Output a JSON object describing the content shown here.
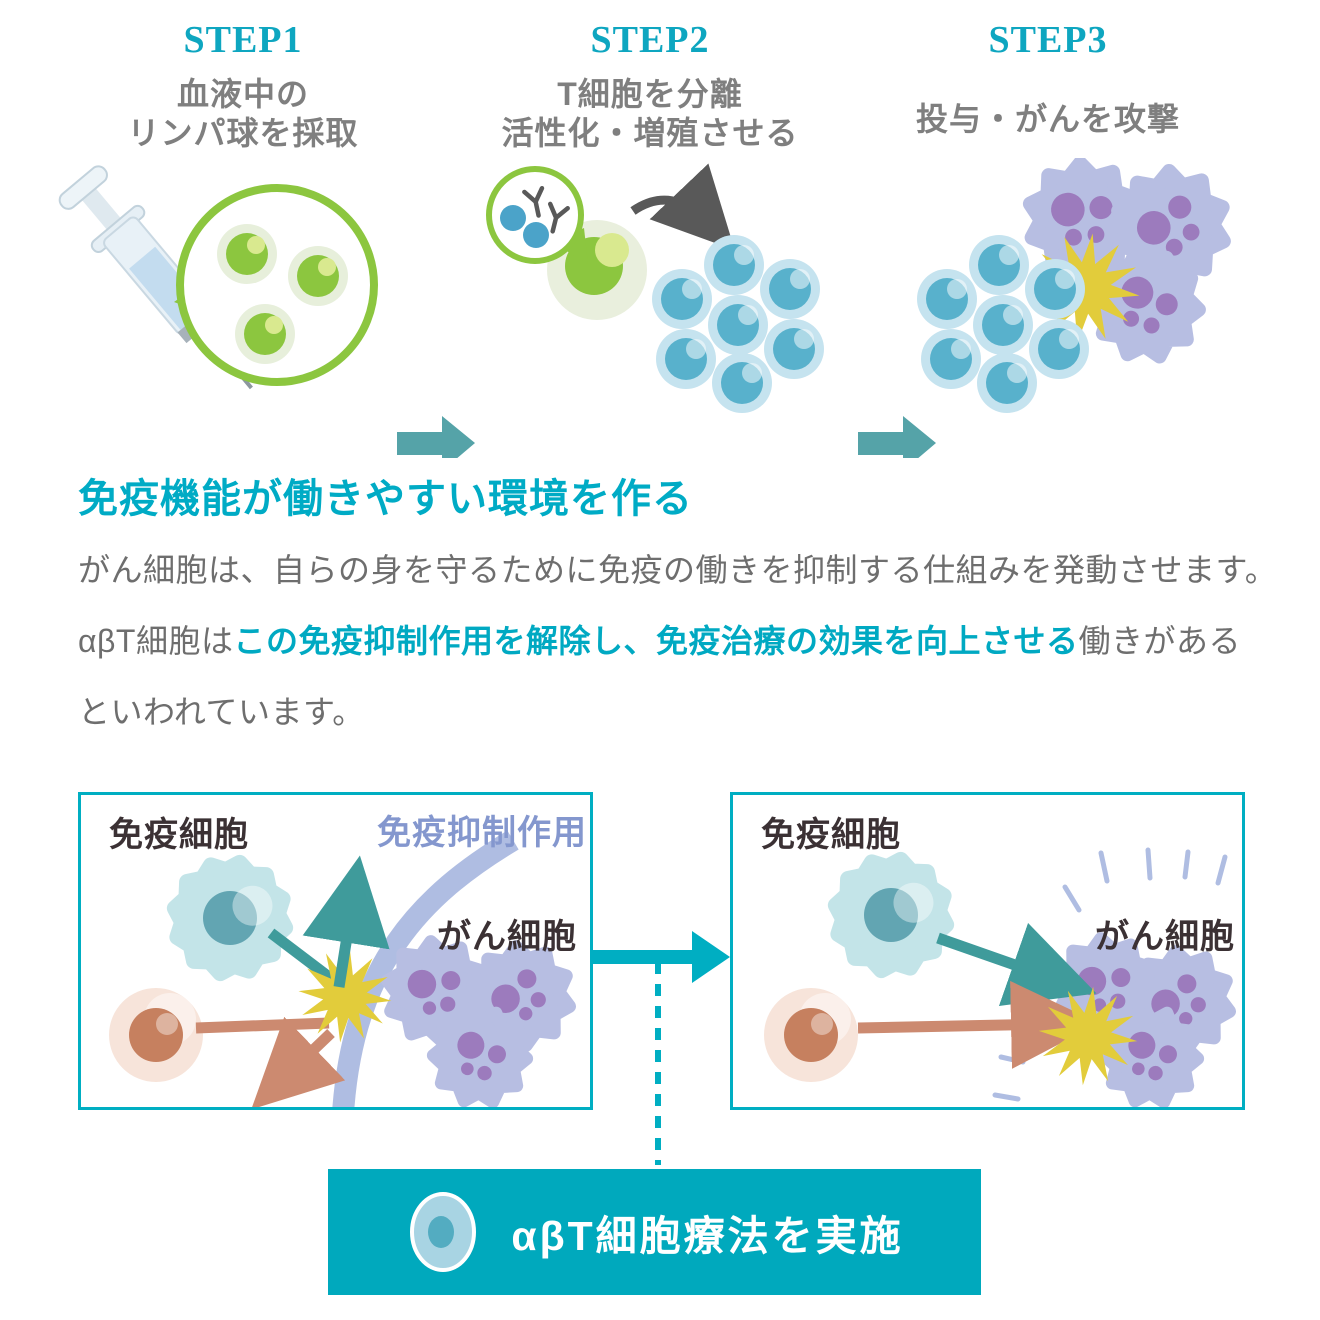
{
  "steps": [
    {
      "label": "STEP1",
      "desc_lines": [
        "血液中の",
        "リンパ球を採取"
      ]
    },
    {
      "label": "STEP2",
      "desc_lines": [
        "T細胞を分離",
        "活性化・増殖させる"
      ]
    },
    {
      "label": "STEP3",
      "desc_lines": [
        "投与・がんを攻撃"
      ]
    }
  ],
  "section": {
    "heading": "免疫機能が働きやすい環境を作る",
    "paragraph": {
      "line1": "がん細胞は、自らの身を守るために免疫の働きを抑制する仕組みを発動させます。",
      "line2_prefix": "αβT細胞は",
      "line2_highlight": "この免疫抑制作用を解除し、免疫治療の効果を向上させる",
      "line2_suffix": "働きがある",
      "line3": "といわれています。"
    }
  },
  "before_box": {
    "immune_cells_label": "免疫細胞",
    "suppression_label": "免疫抑制作用",
    "cancer_cells_label": "がん細胞"
  },
  "after_box": {
    "immune_cells_label": "免疫細胞",
    "cancer_cells_label": "がん細胞"
  },
  "banner": {
    "label": "αβT細胞療法を実施"
  },
  "icons": {
    "syringe": "syringe-icon",
    "lymphocyte_magnifier": "magnifier-circle-icon",
    "antibody": "y-antibody-icon",
    "t_cell": "round-cell-icon",
    "t_cell_cluster": "cell-cluster-icon",
    "cancer_cell": "spiky-cell-icon",
    "attack_burst": "starburst-icon",
    "immune_cell": "amoeba-cell-icon",
    "suppression_shield": "arc-shield-shape",
    "banner_cell": "oval-cell-icon"
  },
  "colors": {
    "accent_teal": "#00aec2",
    "step_title_teal": "#0ea6c0",
    "heading_teal": "#00abc5",
    "muted_step_arrow": "#55a3a8",
    "box_attack_arrow": "#3f9b9b",
    "salmon_arrow": "#cc8a70",
    "green": "#8cc63f",
    "green_cell_body": "#e9f0de",
    "tcell_halo": "#c5e3ef",
    "tcell_nucleus": "#58b1cc",
    "cancer_body": "#b7bee2",
    "cancer_nucleus": "#9c7bbd",
    "periwinkle": "#afbde2",
    "suppression_label_color": "#8497ce",
    "burst_yellow": "#e2cc3b",
    "pink_cell_body": "#f7e4da",
    "pink_cell_nucleus": "#c6805f",
    "immune_cell_body": "#c3e4e8",
    "immune_cell_nucleus": "#62a5b2",
    "desc_gray": "#7f7f7f",
    "paragraph_gray": "#6e6e6e",
    "dark_label": "#3b3134",
    "banner_bg": "#00a9bd"
  }
}
